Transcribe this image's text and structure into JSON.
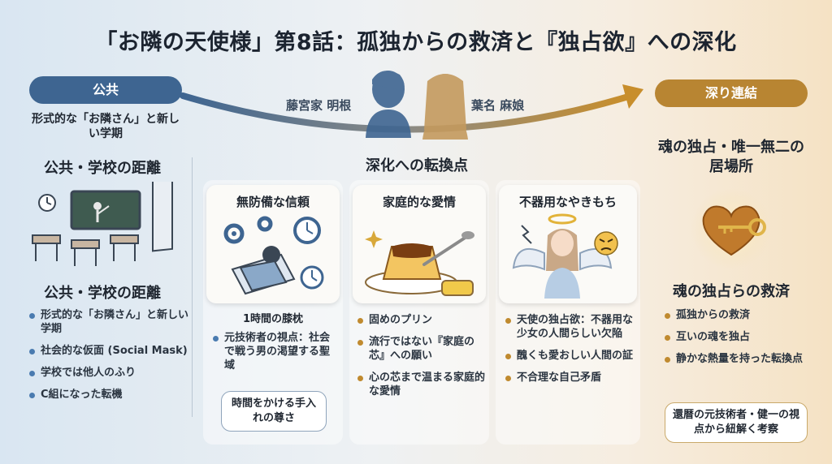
{
  "title": "「お隣の天使様」第8話：孤独からの救済と『独占欲』への深化",
  "left": {
    "pill": "公共",
    "intro": "形式的な「お隣さん」と新しい学期",
    "heading1": "公共・学校の距離",
    "heading2": "公共・学校の距離",
    "bullets": [
      "形式的な「お隣さん」と新しい学期",
      "社会的な仮面 (Social Mask)",
      "学校では他人のふり",
      "C組になった転機"
    ]
  },
  "arc": {
    "name_left": "藤宮家 明根",
    "name_right": "葉名 麻娘"
  },
  "middle": {
    "heading": "深化への転換点",
    "cards": [
      {
        "title": "無防備な信頼",
        "subtitle": "1時間の膝枕",
        "bullets": [
          "元技術者の視点：社会で戦う男の渇望する聖域"
        ],
        "callout": "時間をかける手入れの尊さ"
      },
      {
        "title": "家庭的な愛情",
        "bullets": [
          "固めのプリン",
          "流行ではない『家庭の芯』への願い",
          "心の芯まで温まる家庭的な愛情"
        ]
      },
      {
        "title": "不器用なやきもち",
        "bullets": [
          "天使の独占欲：不器用な少女の人間らしい欠陥",
          "醜くも愛おしい人間の証",
          "不合理な自己矛盾"
        ]
      }
    ]
  },
  "right": {
    "pill": "深り連結",
    "heading1": "魂の独占・唯一無二の居場所",
    "heading2": "魂の独占らの救済",
    "bullets": [
      "孤独からの救済",
      "互いの魂を独占",
      "静かな熱量を持った転換点"
    ],
    "callout": "還暦の元技術者・健一の視点から紐解く考察"
  }
}
